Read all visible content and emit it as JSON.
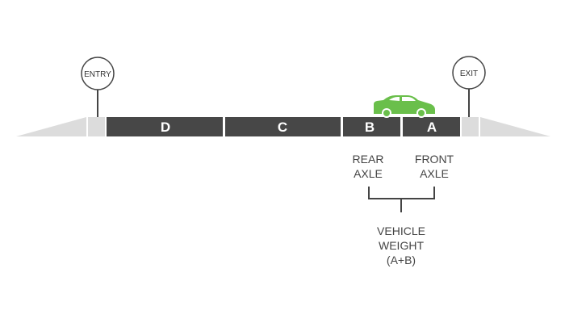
{
  "signs": {
    "entry": "ENTRY",
    "exit": "EXIT"
  },
  "segments": {
    "d": "D",
    "c": "C",
    "b": "B",
    "a": "A"
  },
  "labels": {
    "rear_axle": [
      "REAR",
      "AXLE"
    ],
    "front_axle": [
      "FRONT",
      "AXLE"
    ],
    "vehicle_weight": [
      "VEHICLE",
      "WEIGHT",
      "(A+B)"
    ]
  },
  "colors": {
    "segment": "#474747",
    "ramp": "#dcdcdc",
    "apron": "#dcdcdc",
    "car": "#6abf4b",
    "line": "#444444",
    "sign_border": "#444444"
  },
  "icons": {
    "car": "car-icon"
  }
}
